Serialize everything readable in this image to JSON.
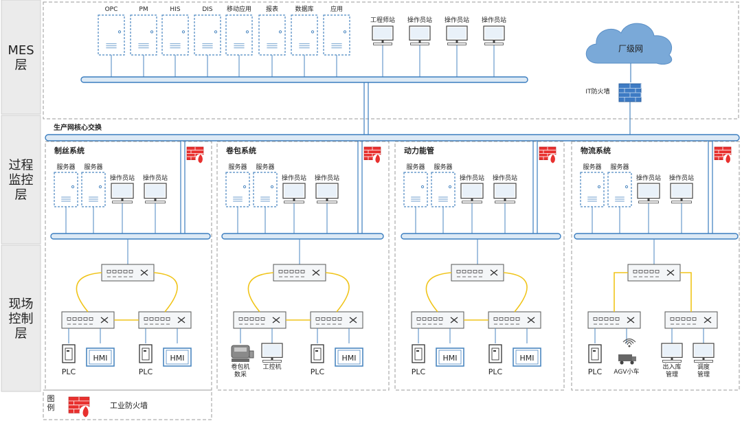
{
  "layers": [
    {
      "id": "mes",
      "label": "MES\n层"
    },
    {
      "id": "process",
      "label": "过程\n监控\n层"
    },
    {
      "id": "field",
      "label": "现场\n控制\n层"
    }
  ],
  "mes": {
    "servers": [
      "OPC",
      "PM",
      "HIS",
      "DIS",
      "移动应用",
      "报表",
      "数据库",
      "应用"
    ],
    "stations": [
      "工程师站",
      "操作员站",
      "操作员站",
      "操作员站"
    ],
    "cloud_label": "厂级网",
    "firewall_label": "IT防火墙"
  },
  "core_switch_label": "生产网核心交换",
  "subsystems": [
    {
      "name": "制丝系统",
      "servers": [
        "服务器",
        "服务器"
      ],
      "stations": [
        "操作员站",
        "操作员站"
      ],
      "ring": "yellow",
      "left_devices": [
        {
          "type": "plc",
          "label": "PLC"
        },
        {
          "type": "hmi",
          "label": "HMI"
        }
      ],
      "right_devices": [
        {
          "type": "plc",
          "label": "PLC"
        },
        {
          "type": "hmi",
          "label": "HMI"
        }
      ]
    },
    {
      "name": "卷包系统",
      "servers": [
        "服务器",
        "服务器"
      ],
      "stations": [
        "操作员站",
        "操作员站"
      ],
      "ring": "yellow",
      "left_devices": [
        {
          "type": "machine",
          "label": "卷包机\n数采"
        },
        {
          "type": "pc",
          "label": "工控机"
        }
      ],
      "right_devices": [
        {
          "type": "plc",
          "label": "PLC"
        },
        {
          "type": "hmi",
          "label": "HMI"
        }
      ]
    },
    {
      "name": "动力能管",
      "servers": [
        "服务器",
        "服务器"
      ],
      "stations": [
        "操作员站",
        "操作员站"
      ],
      "ring": "yellow",
      "left_devices": [
        {
          "type": "plc",
          "label": "PLC"
        },
        {
          "type": "hmi",
          "label": "HMI"
        }
      ],
      "right_devices": [
        {
          "type": "plc",
          "label": "PLC"
        },
        {
          "type": "hmi",
          "label": "HMI"
        }
      ]
    },
    {
      "name": "物流系统",
      "servers": [
        "服务器",
        "服务器"
      ],
      "stations": [
        "操作员站",
        "操作员站"
      ],
      "ring": "tree",
      "left_devices": [
        {
          "type": "plc",
          "label": "PLC"
        },
        {
          "type": "agv",
          "label": "AGV小车"
        }
      ],
      "right_devices": [
        {
          "type": "pc",
          "label": "出入库\n管理"
        },
        {
          "type": "pc",
          "label": "调度\n管理"
        }
      ]
    }
  ],
  "legend": {
    "title": "图\n例",
    "firewall_label": "工业防火墙"
  },
  "icons": [
    "server-icon",
    "workstation-icon",
    "cloud-icon",
    "firewall-icon",
    "switch-icon",
    "plc-icon",
    "hmi-icon",
    "agv-icon",
    "data-collector-icon"
  ],
  "colors": {
    "bus_fill": "#dce9f5",
    "bus_stroke": "#3a7dbf",
    "device_stroke": "#4a86c0",
    "ring": "#f0c419",
    "firewall": "#e8312f",
    "cloud": "#7aa9d8",
    "panel_gray": "#ebebeb",
    "dash": "#9a9a9a"
  }
}
